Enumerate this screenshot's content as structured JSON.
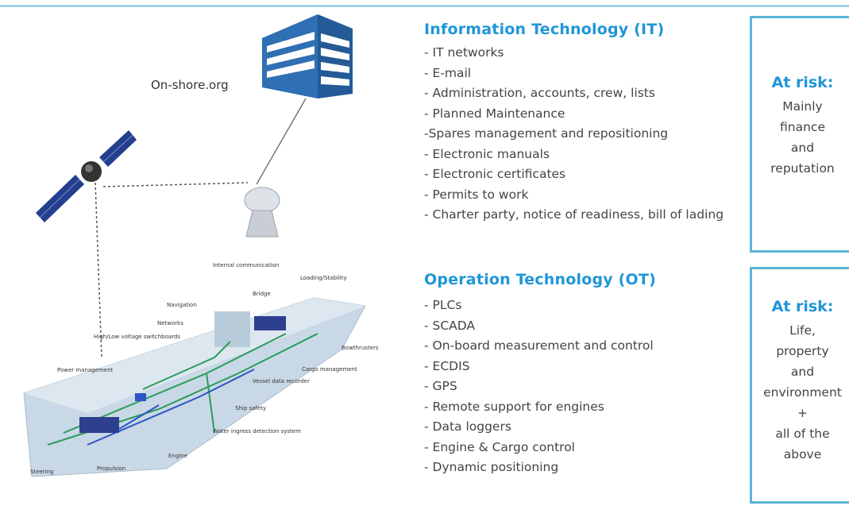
{
  "onshore_label": "On-shore.org",
  "ship_labels": {
    "internal_communication": "Internal communication",
    "loading_stability": "Loading/Stability",
    "bridge": "Bridge",
    "navigation": "Navigation",
    "networks": "Networks",
    "switchboards": "High/Low voltage switchboards",
    "power_management": "Power management",
    "bowthrusters": "Bowthrusters",
    "cargo_management": "Cargo management",
    "vessel_data_recorder": "Vessel data recorder",
    "ship_safety": "Ship safety",
    "water_ingress": "Water ingress detection system",
    "engine": "Engine",
    "steering": "Steering",
    "propulsion": "Propulsion"
  },
  "it": {
    "title": "Information Technology (IT)",
    "items": [
      "- IT networks",
      "- E-mail",
      "- Administration, accounts, crew, lists",
      "- Planned Maintenance",
      "-Spares management and repositioning",
      "-  Electronic manuals",
      "- Electronic certificates",
      "- Permits to work",
      "- Charter party, notice of readiness, bill of lading"
    ]
  },
  "ot": {
    "title": "Operation Technology (OT)",
    "items": [
      "- PLCs",
      "- SCADA",
      "- On-board measurement and control",
      "- ECDIS",
      "- GPS",
      "- Remote support for engines",
      "- Data loggers",
      "- Engine & Cargo control",
      "- Dynamic positioning"
    ]
  },
  "risk_it": {
    "title": "At risk:",
    "lines": [
      "Mainly",
      "finance",
      "and",
      "reputation"
    ]
  },
  "risk_ot": {
    "title": "At risk:",
    "lines": [
      "Life,",
      "property",
      "and",
      "environment",
      "+",
      "all of the",
      "above"
    ]
  },
  "colors": {
    "accent": "#1f96d8",
    "box_border": "#5ab4d9",
    "building": "#2f6fb3",
    "network": "#2a9c5a",
    "hull": "#c9d8e6"
  }
}
